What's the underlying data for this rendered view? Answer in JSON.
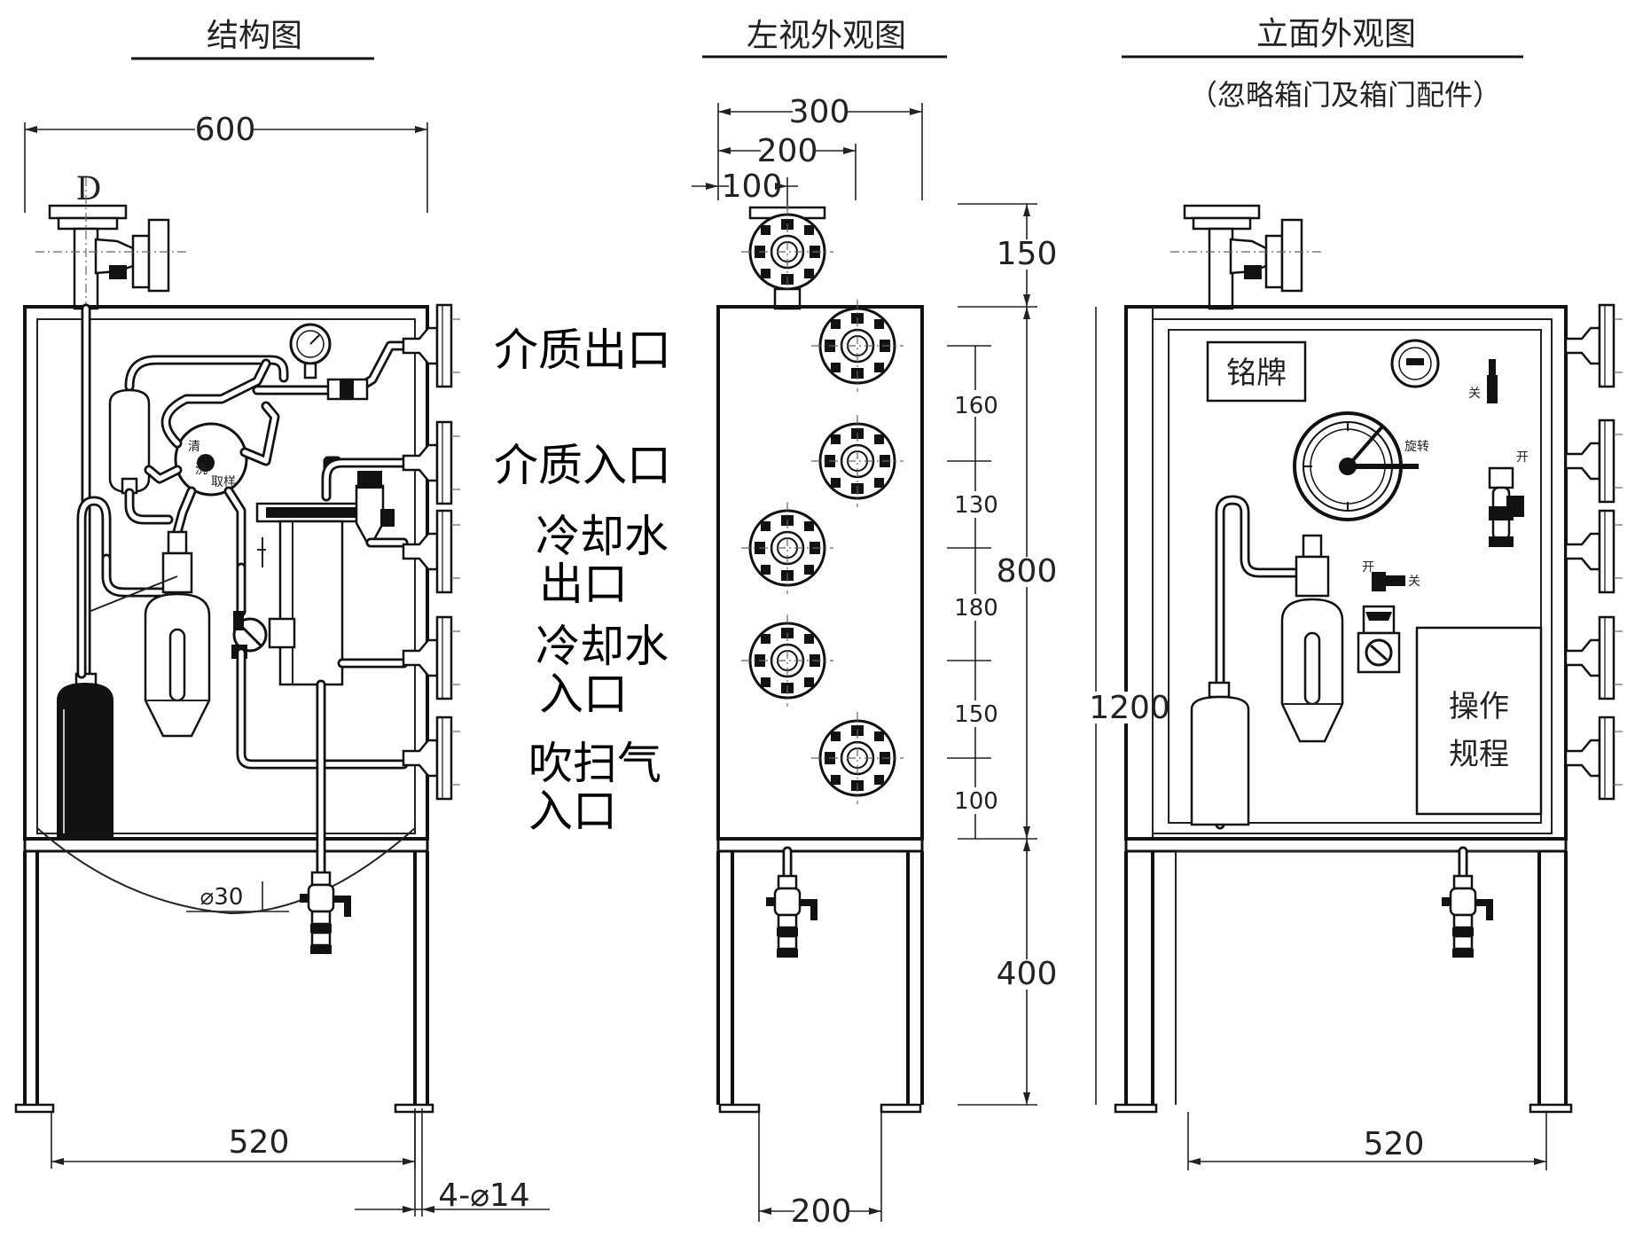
{
  "views": {
    "structure": {
      "title": "结构图"
    },
    "left_view": {
      "title": "左视外观图"
    },
    "front_view": {
      "title": "立面外观图",
      "note": "（忽略箱门及箱门配件）"
    }
  },
  "port_labels": {
    "medium_outlet": "介质出口",
    "medium_inlet": "介质入口",
    "cooling_water_outlet_1": "冷却水",
    "cooling_water_outlet_2": "出口",
    "cooling_water_inlet_1": "冷却水",
    "cooling_water_inlet_2": "入口",
    "purge_gas_inlet_1": "吹扫气",
    "purge_gas_inlet_2": "入口"
  },
  "dimensions": {
    "width_600": "600",
    "flange_D": "D",
    "pipe_dia": "⌀30",
    "base_520_left": "520",
    "bolt_holes": "4-⌀14",
    "top_300": "300",
    "top_200": "200",
    "top_100": "100",
    "h_150": "150",
    "h_160": "160",
    "h_130": "130",
    "h_180": "180",
    "h_150b": "150",
    "h_100": "100",
    "h_800": "800",
    "h_400": "400",
    "base_200": "200",
    "h_1200": "1200",
    "base_520_right": "520"
  },
  "front_panel": {
    "nameplate": "铭牌",
    "procedure_1": "操作",
    "procedure_2": "规程",
    "valve_open": "开",
    "valve_close": "关",
    "rotate": "旋转"
  },
  "cooler_marks": [
    "清",
    "洗",
    "取样"
  ]
}
